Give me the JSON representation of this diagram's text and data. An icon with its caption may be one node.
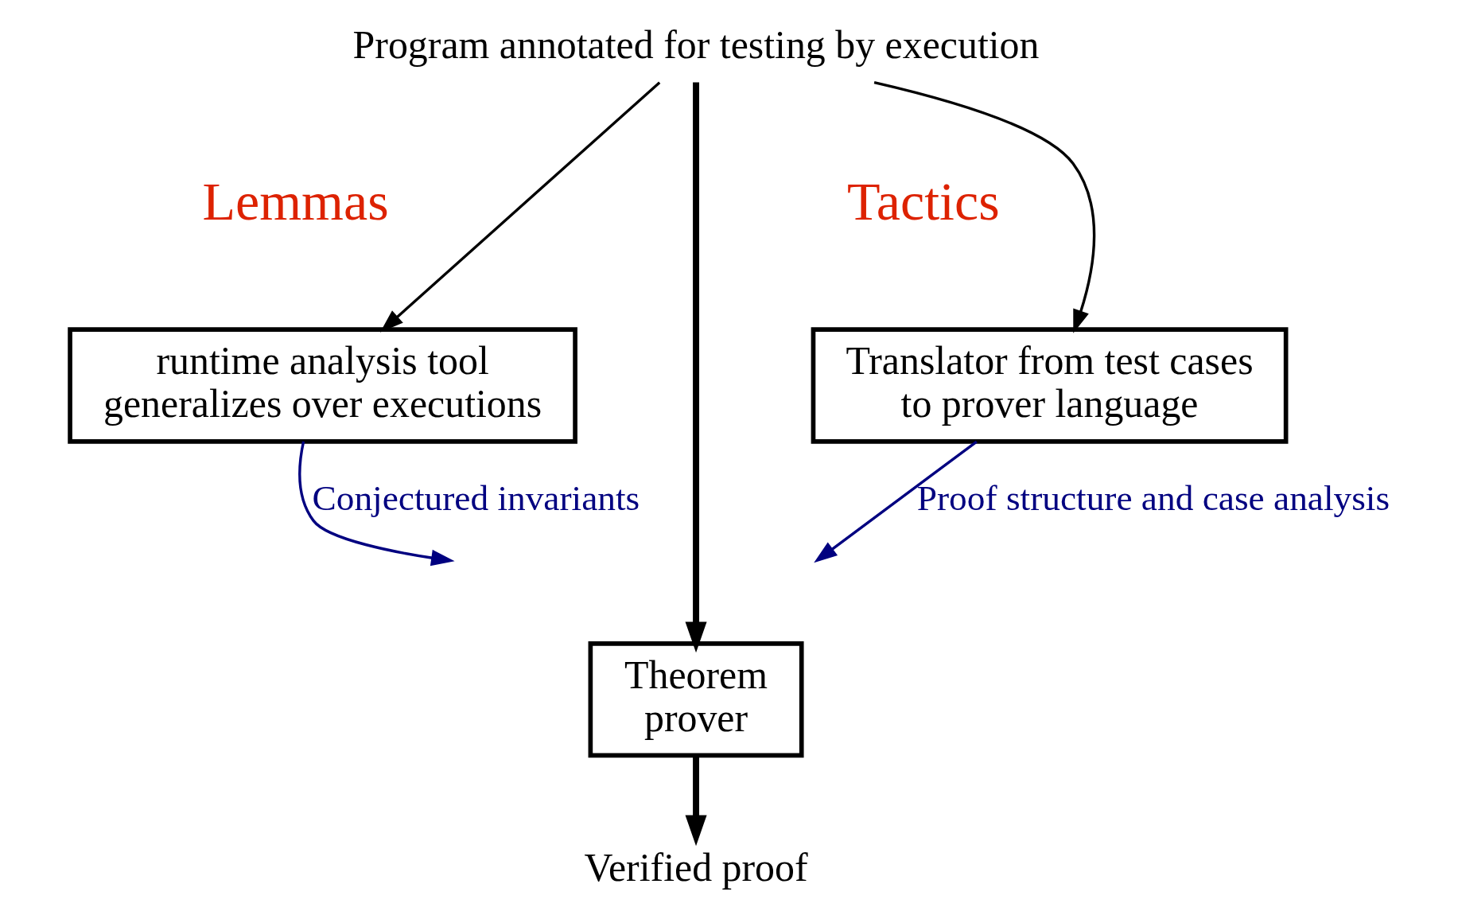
{
  "diagram": {
    "nodes": [
      {
        "text": [
          "Program annotated for testing by execution"
        ]
      },
      {
        "text": [
          "runtime analysis tool generalizes over executions"
        ]
      },
      {
        "text": [
          "Translator from test cases to prover language"
        ]
      },
      {
        "text": [
          "Theorem prover"
        ]
      },
      {
        "text": [
          "Verified proof"
        ]
      }
    ],
    "edges": [
      {
        "from": 0,
        "to": 1,
        "arrow": "to"
      },
      {
        "from": 0,
        "to": 2,
        "arrow": "to"
      },
      {
        "from": 0,
        "to": 3,
        "arrow": "to",
        "style": "thick"
      },
      {
        "from": 1,
        "to": null,
        "arrow": "to",
        "label": "Conjectured invariants",
        "color": "#000080"
      },
      {
        "from": 2,
        "to": null,
        "arrow": "to",
        "label": "Proof structure and case analysis",
        "color": "#000080"
      },
      {
        "from": 3,
        "to": 4,
        "arrow": "to",
        "style": "thick"
      }
    ],
    "labels": [
      "Lemmas",
      "Tactics"
    ]
  }
}
